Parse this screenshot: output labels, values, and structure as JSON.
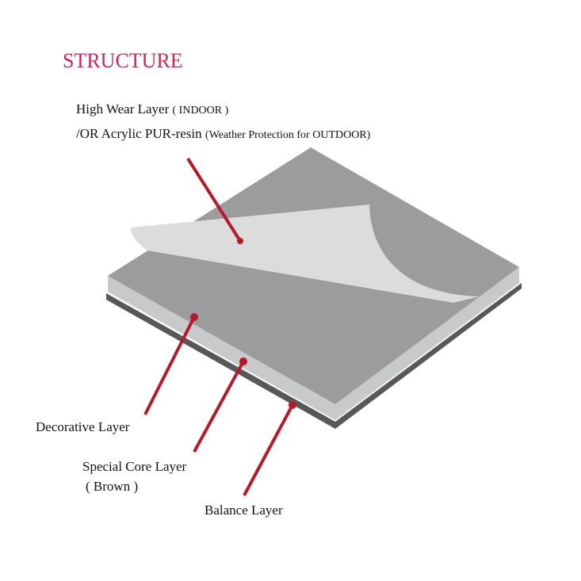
{
  "title": "STRUCTURE",
  "labels": {
    "wear_line1": "High Wear Layer",
    "wear_line1_note": "( INDOOR )",
    "wear_line2": "/OR Acrylic PUR-resin",
    "wear_line2_note": "(Weather Protection for OUTDOOR)",
    "decorative": "Decorative Layer",
    "core": "Special Core Layer",
    "core_note": "( Brown )",
    "balance": "Balance Layer"
  },
  "colors": {
    "title": "#c92a52",
    "leader": "#b5192a",
    "top_face": "#9c9c9e",
    "wear_sheet": "#dcdcdc",
    "core_edge": "#c8c9cb",
    "balance_edge": "#595758"
  }
}
